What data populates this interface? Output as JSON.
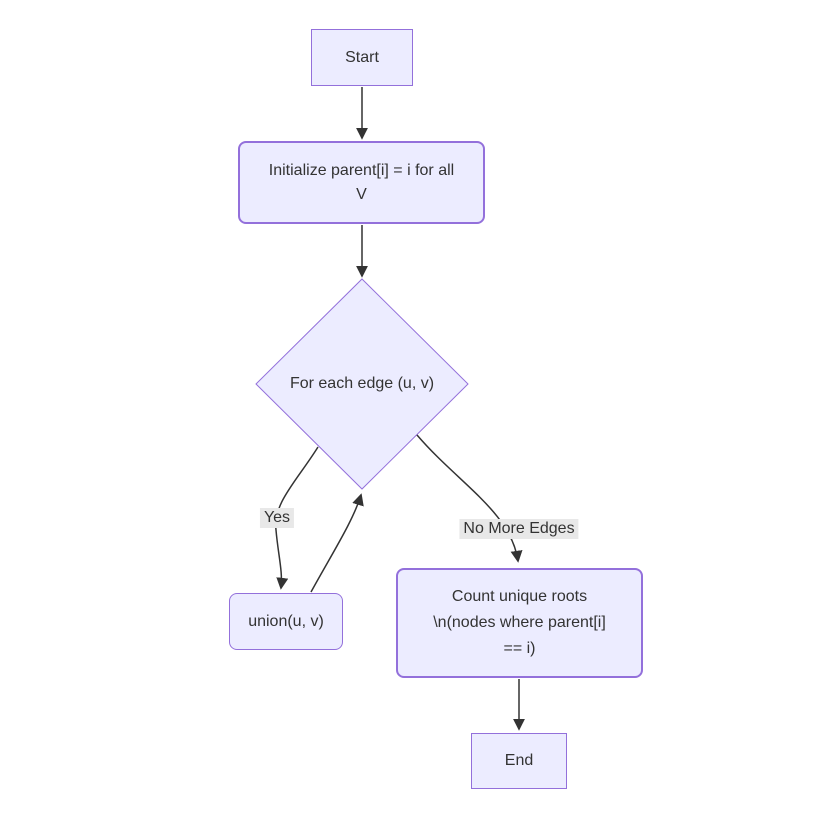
{
  "diagram": {
    "type": "flowchart",
    "colors": {
      "node_fill": "#ECECFF",
      "node_border": "#9370DB",
      "text": "#333333",
      "edge_stroke": "#333333",
      "edge_label_bg": "#e8e8e8",
      "background": "#ffffff"
    },
    "nodes": {
      "start": {
        "label": "Start",
        "shape": "rectangle"
      },
      "init": {
        "line1": "Initialize parent[i] = i for all",
        "line2": "V",
        "shape": "rounded-rectangle"
      },
      "loop": {
        "label": "For each edge (u, v)",
        "shape": "diamond"
      },
      "union": {
        "label": "union(u, v)",
        "shape": "rounded-rectangle"
      },
      "count": {
        "line1": "Count unique roots",
        "line2": "\\n(nodes where parent[i]",
        "line3": "== i)",
        "shape": "rounded-rectangle"
      },
      "end": {
        "label": "End",
        "shape": "rectangle"
      }
    },
    "edges": {
      "start_to_init": {
        "label": ""
      },
      "init_to_loop": {
        "label": ""
      },
      "loop_to_union": {
        "label": "Yes"
      },
      "union_to_loop": {
        "label": ""
      },
      "loop_to_count": {
        "label": "No More Edges"
      },
      "count_to_end": {
        "label": ""
      }
    }
  }
}
